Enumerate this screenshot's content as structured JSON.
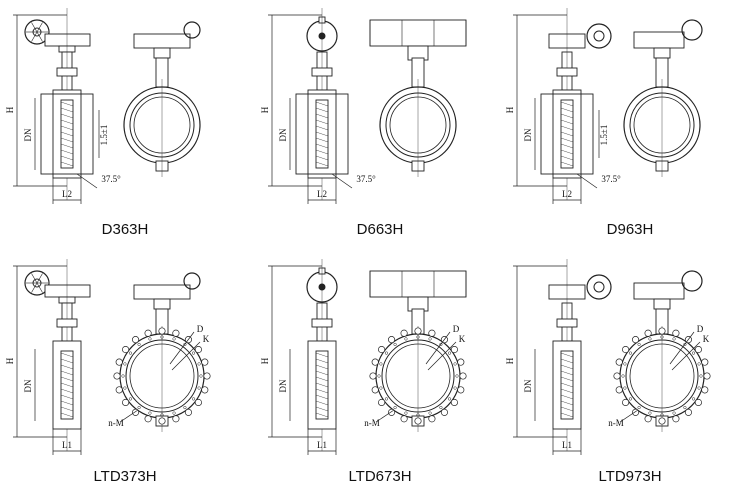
{
  "diagrams": [
    {
      "model": "D363H",
      "actuator": "gear",
      "connection": "wafer",
      "labels": {
        "height": "H",
        "bore": "DN",
        "width": "L2",
        "offset": "1.5±1",
        "angle": "37.5°"
      }
    },
    {
      "model": "D663H",
      "actuator": "pneumatic",
      "connection": "wafer",
      "labels": {
        "height": "H",
        "bore": "DN",
        "width": "L2",
        "angle": "37.5°"
      }
    },
    {
      "model": "D963H",
      "actuator": "electric",
      "connection": "wafer",
      "labels": {
        "height": "H",
        "bore": "DN",
        "width": "L2",
        "offset": "1.5±1",
        "angle": "37.5°"
      }
    },
    {
      "model": "LTD373H",
      "actuator": "gear",
      "connection": "lug",
      "labels": {
        "height": "H",
        "bore": "DN",
        "width": "L1",
        "pcd_outer": "D",
        "pcd_bolt": "K",
        "bolts": "n-M"
      }
    },
    {
      "model": "LTD673H",
      "actuator": "pneumatic",
      "connection": "lug",
      "labels": {
        "height": "H",
        "bore": "DN",
        "width": "L1",
        "pcd_outer": "D",
        "pcd_bolt": "K",
        "bolts": "n-M"
      }
    },
    {
      "model": "LTD973H",
      "actuator": "electric",
      "connection": "lug",
      "labels": {
        "height": "H",
        "bore": "DN",
        "width": "L1",
        "pcd_outer": "D",
        "pcd_bolt": "K",
        "bolts": "n-M"
      }
    }
  ]
}
